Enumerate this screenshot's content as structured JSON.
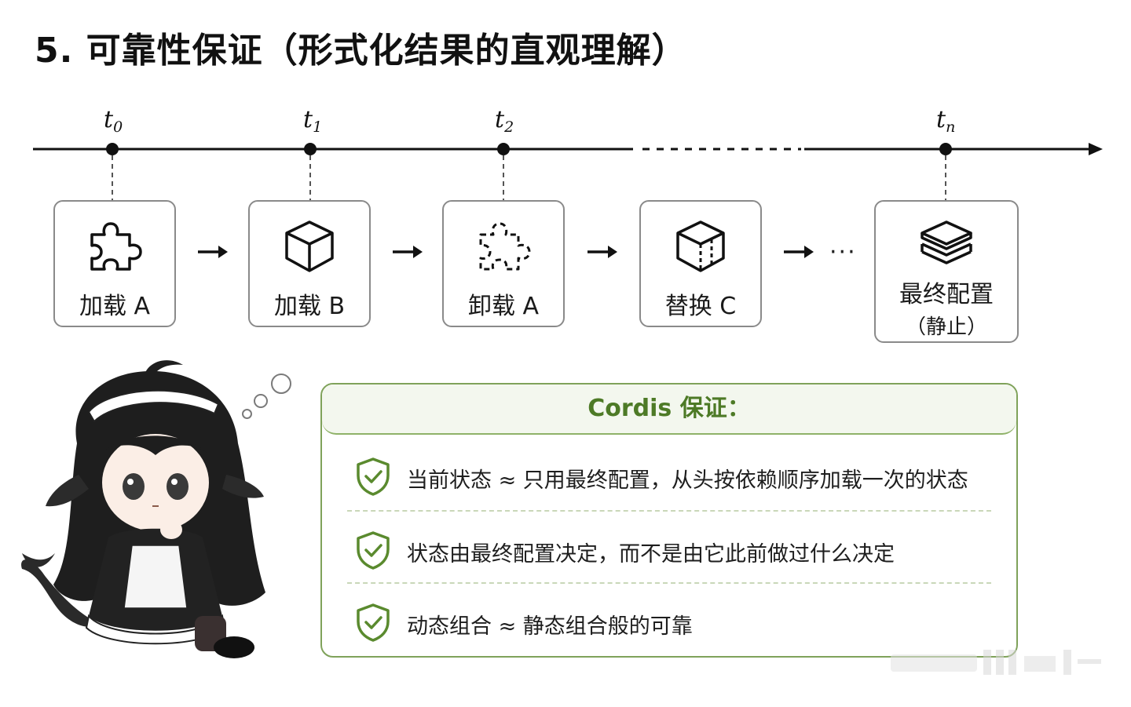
{
  "title": "5. 可靠性保证（形式化结果的直观理解）",
  "timeline": {
    "ticks": [
      {
        "base": "t",
        "sub": "0"
      },
      {
        "base": "t",
        "sub": "1"
      },
      {
        "base": "t",
        "sub": "2"
      },
      {
        "base": "t",
        "sub": "n"
      }
    ]
  },
  "steps": [
    {
      "label": "加载 A",
      "icon": "puzzle-piece-icon"
    },
    {
      "label": "加载 B",
      "icon": "cube-icon"
    },
    {
      "label": "卸载 A",
      "icon": "puzzle-outline-dashed-icon"
    },
    {
      "label": "替换 C",
      "icon": "cube-dashed-face-icon"
    }
  ],
  "ellipsis": "···",
  "final_step": {
    "label": "最终配置",
    "sublabel": "（静止）",
    "icon": "layers-stack-icon"
  },
  "guarantee": {
    "heading": "Cordis 保证：",
    "items": [
      "当前状态 ≈ 只用最终配置，从头按依赖顺序加载一次的状态",
      "状态由最终配置决定，而不是由它此前做过什么决定",
      "动态组合 ≈ 静态组合般的可靠"
    ]
  },
  "colors": {
    "accent_green": "#5a8a2e",
    "card_border": "#7fa25a",
    "box_border": "#8a8a8a"
  }
}
